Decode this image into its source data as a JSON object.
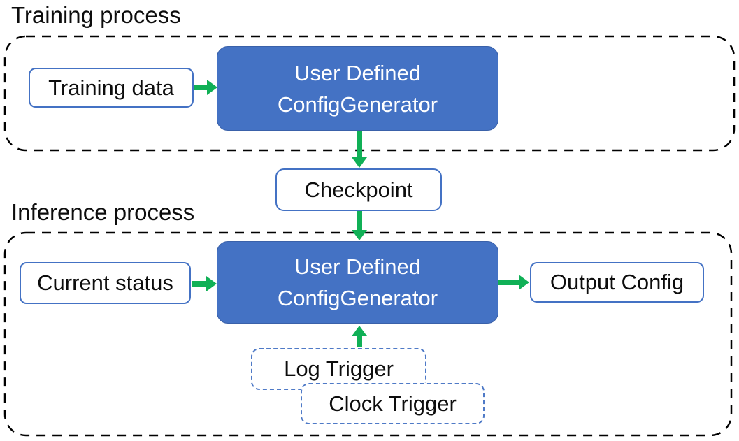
{
  "sections": {
    "training": {
      "label": "Training process"
    },
    "inference": {
      "label": "Inference process"
    }
  },
  "nodes": {
    "training_data": {
      "label": "Training data"
    },
    "generator_training": {
      "line1": "User Defined",
      "line2": "ConfigGenerator"
    },
    "checkpoint": {
      "label": "Checkpoint"
    },
    "current_status": {
      "label": "Current status"
    },
    "generator_inference": {
      "line1": "User Defined",
      "line2": "ConfigGenerator"
    },
    "output_config": {
      "label": "Output Config"
    },
    "log_trigger": {
      "label": "Log Trigger"
    },
    "clock_trigger": {
      "label": "Clock Trigger"
    }
  },
  "edges": [
    {
      "from": "training_data",
      "to": "generator_training",
      "direction": "right"
    },
    {
      "from": "generator_training",
      "to": "checkpoint",
      "direction": "down"
    },
    {
      "from": "checkpoint",
      "to": "generator_inference",
      "direction": "down"
    },
    {
      "from": "current_status",
      "to": "generator_inference",
      "direction": "right"
    },
    {
      "from": "generator_inference",
      "to": "output_config",
      "direction": "right"
    },
    {
      "from": "log_trigger",
      "to": "generator_inference",
      "direction": "up"
    }
  ],
  "colors": {
    "node_fill_blue": "#4472C4",
    "node_border_blue": "#4472C4",
    "trigger_border_blue": "#4F7AC7",
    "arrow_green": "#10B056",
    "boundary_dash": "#000000",
    "text_dark": "#0d0d0d",
    "text_light": "#ffffff",
    "background": "#ffffff"
  }
}
